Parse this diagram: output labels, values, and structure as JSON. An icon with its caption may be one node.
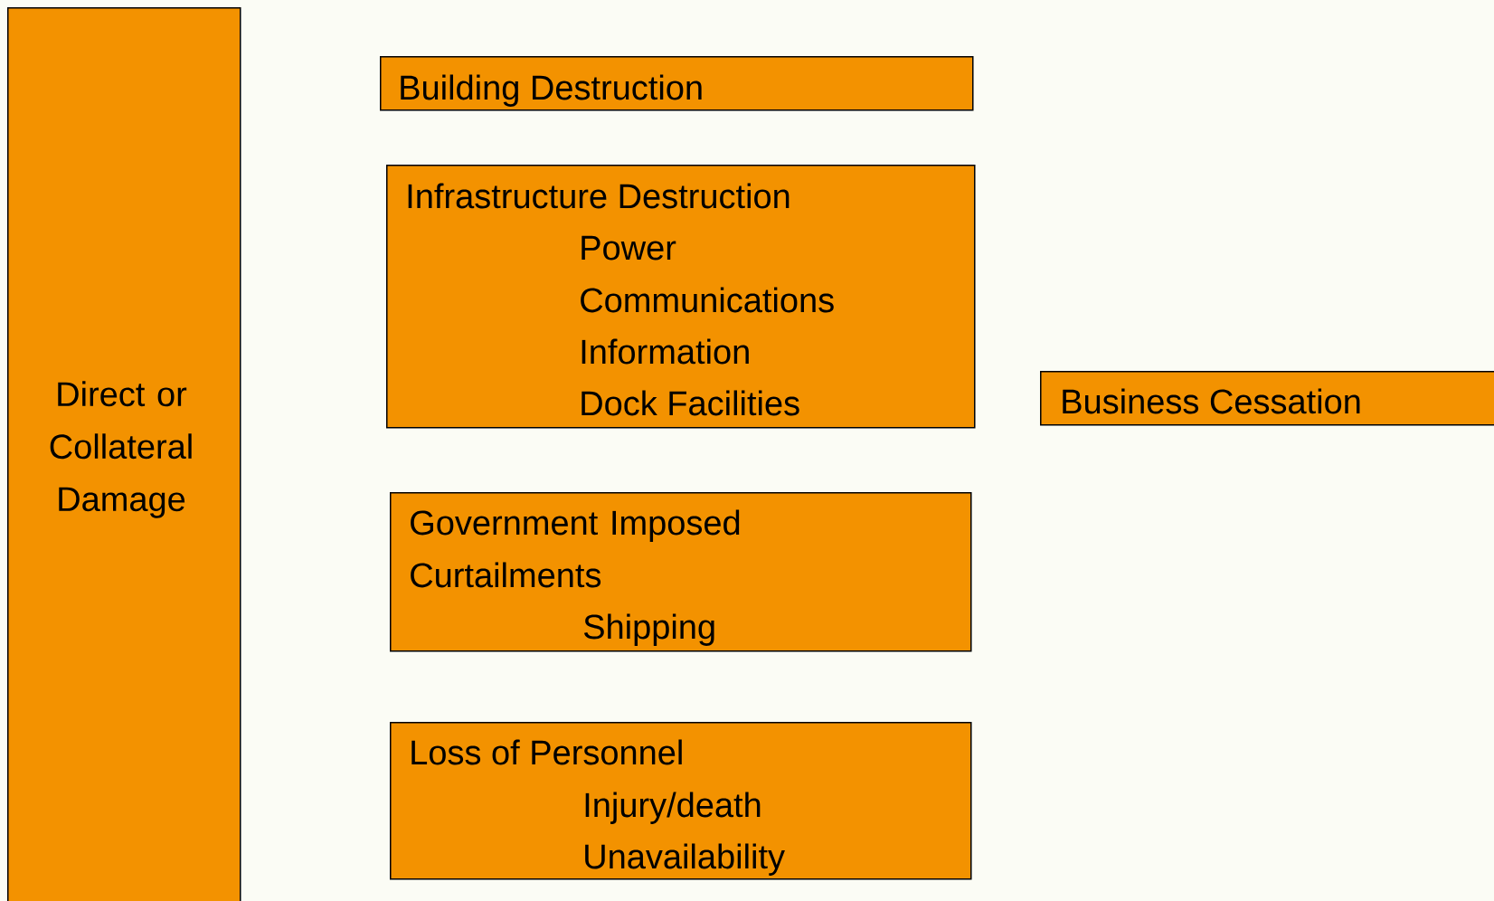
{
  "diagram": {
    "nodes": [
      {
        "text": [
          "Direct or Collateral Damage"
        ]
      },
      {
        "text": [
          "Building Destruction"
        ]
      },
      {
        "text": [
          "Infrastructure Destruction",
          "Power",
          "Communications",
          "Information",
          "Dock Facilities"
        ]
      },
      {
        "text": [
          "Government Imposed Curtailments",
          "Shipping"
        ]
      },
      {
        "text": [
          "Loss of Personnel",
          "Injury/death",
          "Unavailability"
        ]
      },
      {
        "text": [
          "Business Cessation"
        ]
      }
    ]
  }
}
